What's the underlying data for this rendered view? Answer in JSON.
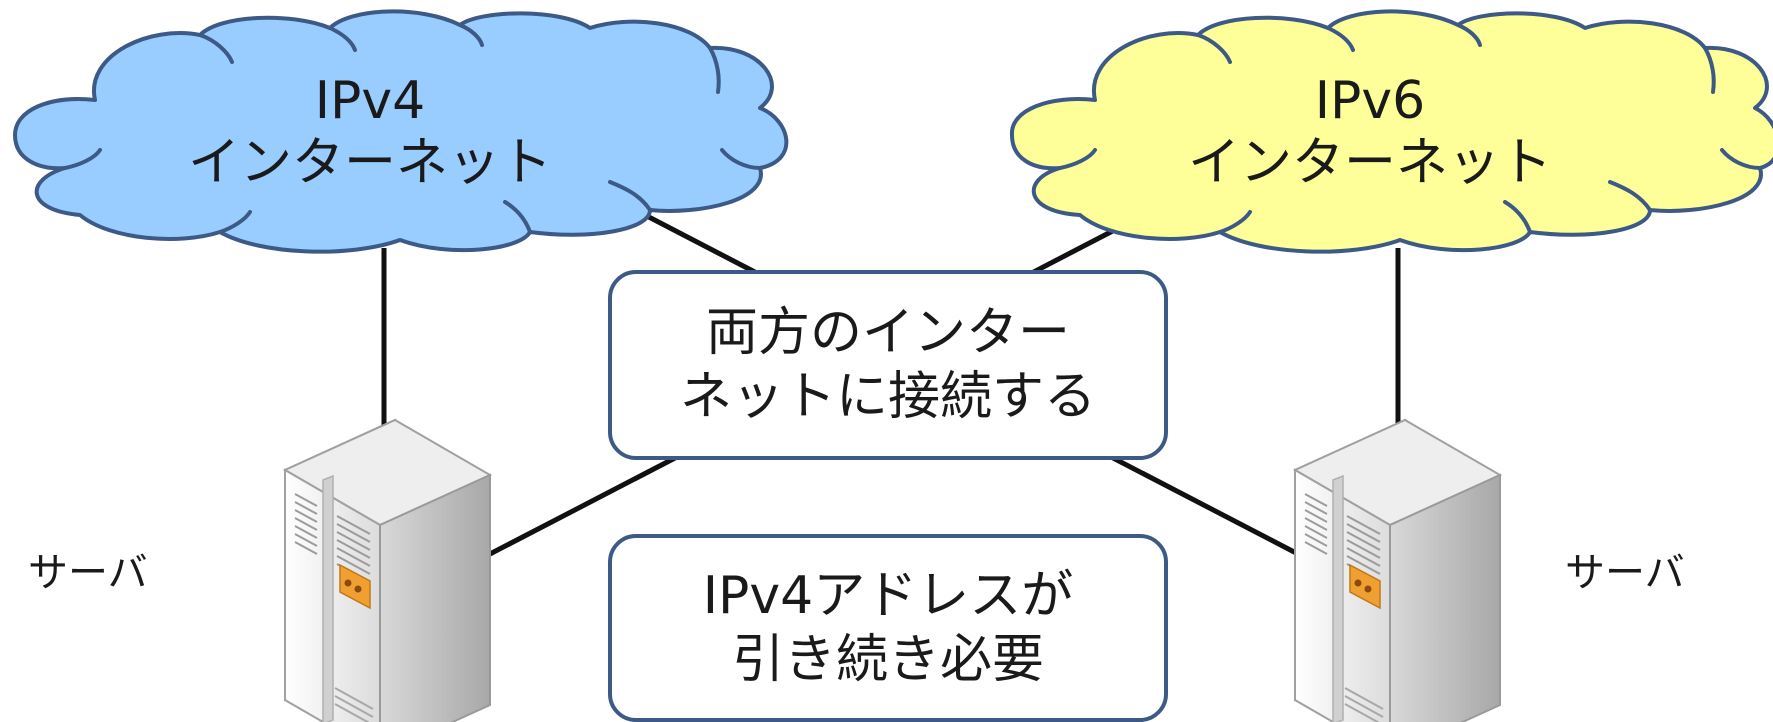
{
  "clouds": {
    "ipv4": {
      "line1": "IPv4",
      "line2": "インターネット",
      "fill": "#99ccff",
      "stroke": "#3d5a87"
    },
    "ipv6": {
      "line1": "IPv6",
      "line2": "インターネット",
      "fill": "#ffff99",
      "stroke": "#3d5a87"
    }
  },
  "callouts": {
    "connect_both": {
      "line1": "両方のインター",
      "line2": "ネットに接続する"
    },
    "ipv4_needed": {
      "line1": "IPv4アドレスが",
      "line2": "引き続き必要"
    }
  },
  "servers": {
    "left_label": "サーバ",
    "right_label": "サーバ"
  },
  "colors": {
    "connector": "#111111",
    "callout_border": "#3d5a87",
    "server_body": "#f2f2f2",
    "server_accent": "#f0a030"
  },
  "icons": [
    "cloud-icon",
    "server-icon"
  ]
}
